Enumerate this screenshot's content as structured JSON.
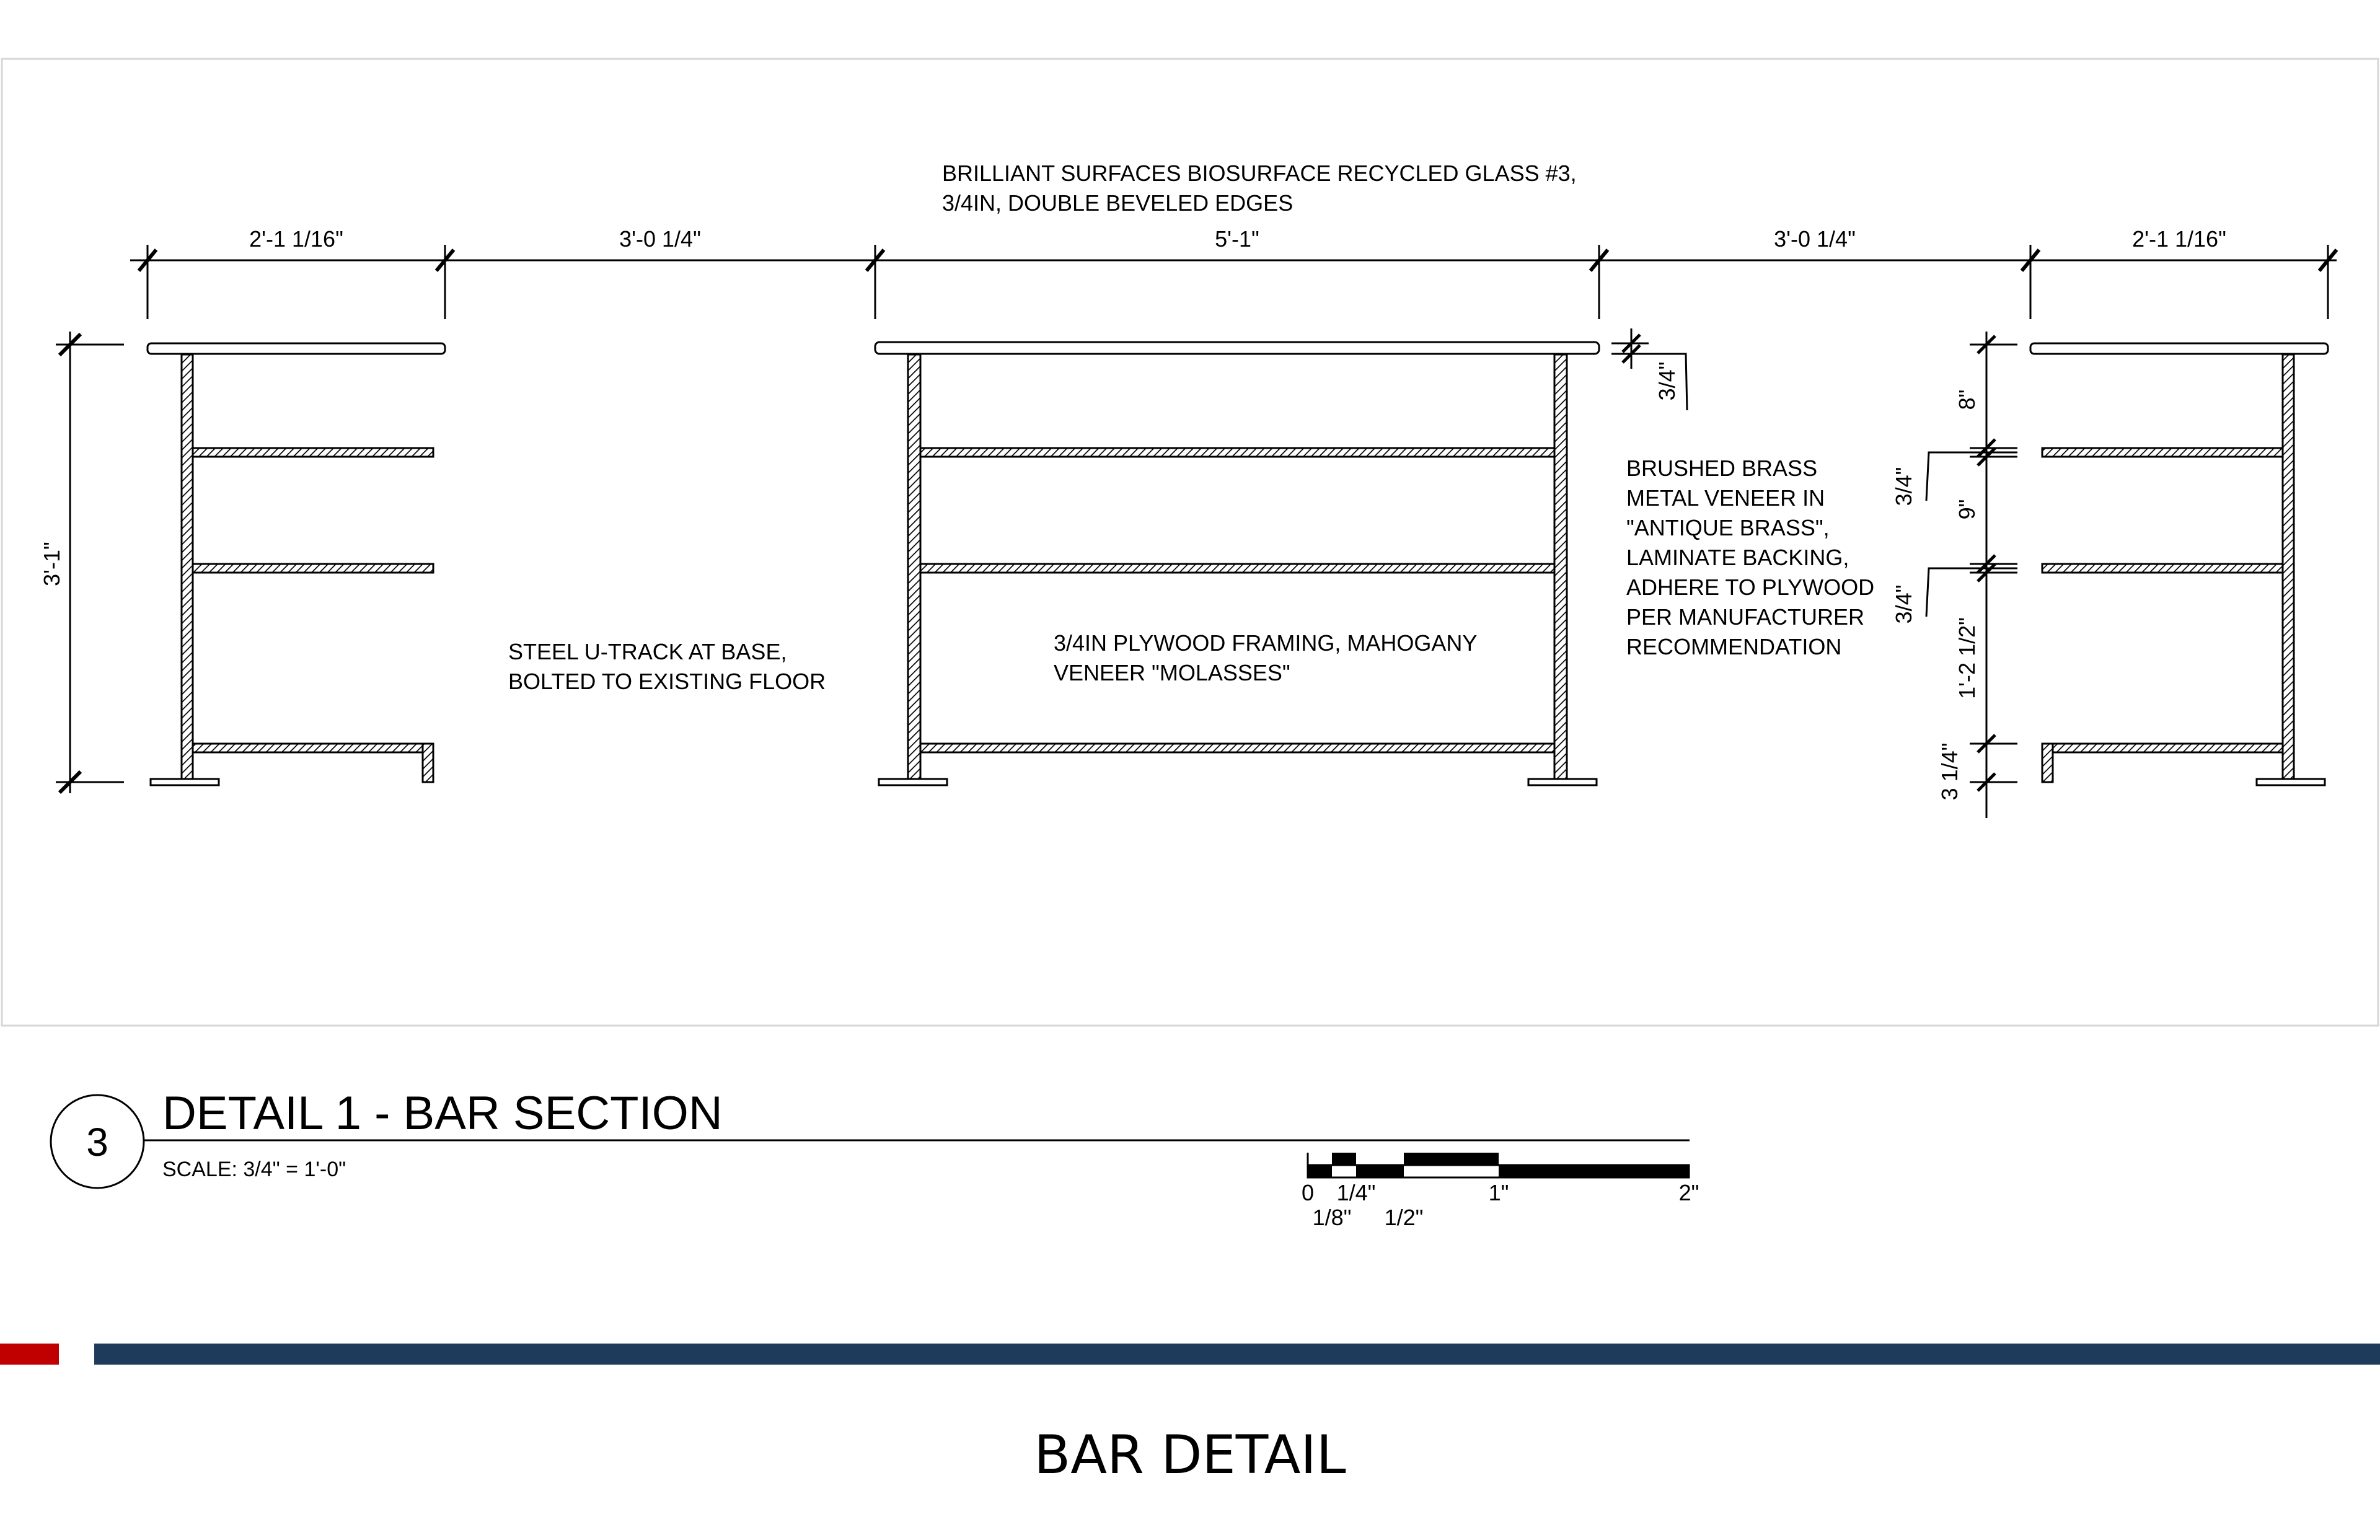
{
  "dimensions": {
    "top": [
      "2'-1 1/16\"",
      "3'-0 1/4\"",
      "5'-1\"",
      "3'-0 1/4\"",
      "2'-1 1/16\""
    ],
    "overall_height": "3'-1\"",
    "glass_thickness": "3/4\"",
    "right_stack": [
      "8\"",
      "3/4\"",
      "9\"",
      "3/4\"",
      "1'-2 1/2\"",
      "3 1/4\""
    ]
  },
  "notes": {
    "glass": [
      "BRILLIANT SURFACES BIOSURFACE RECYCLED GLASS #3,",
      "3/4IN, DOUBLE BEVELED EDGES"
    ],
    "u_track": [
      "STEEL U-TRACK AT BASE,",
      "BOLTED TO EXISTING FLOOR"
    ],
    "plywood": [
      "3/4IN PLYWOOD FRAMING, MAHOGANY",
      "VENEER \"MOLASSES\""
    ],
    "brass": [
      "BRUSHED BRASS",
      "METAL VENEER IN",
      "\"ANTIQUE BRASS\",",
      "LAMINATE BACKING,",
      "ADHERE TO PLYWOOD",
      "PER MANUFACTURER",
      "RECOMMENDATION"
    ]
  },
  "title_block": {
    "detail_number": "3",
    "detail_title": "DETAIL 1 - BAR SECTION",
    "scale": "SCALE:  3/4\" = 1'-0\""
  },
  "scale_bar": {
    "labels_top": [
      "0",
      "1/4\"",
      "1\"",
      "2\""
    ],
    "labels_bottom": [
      "1/8\"",
      "1/2\""
    ]
  },
  "sheet_title": "BAR DETAIL",
  "colors": {
    "accent_red": "#c00000",
    "accent_navy": "#1f3b5c"
  }
}
